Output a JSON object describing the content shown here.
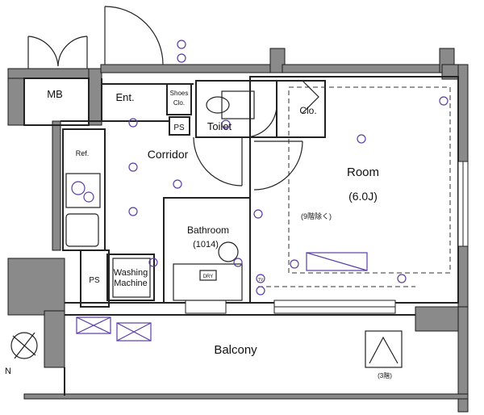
{
  "rooms": {
    "mb": "MB",
    "entrance": "Ent.",
    "shoes_closet_line1": "Shoes",
    "shoes_closet_line2": "Clo.",
    "ps_upper": "PS",
    "toilet": "Toilet",
    "closet": "Clo.",
    "corridor": "Corridor",
    "refrigerator": "Ref.",
    "room": "Room",
    "room_size": "(6.0J)",
    "bathroom": "Bathroom",
    "bathroom_size": "(1014)",
    "washing_machine_line1": "Washing",
    "washing_machine_line2": "Machine",
    "ps_lower": "PS",
    "balcony": "Balcony"
  },
  "notes": {
    "ceiling_note": "(9階除く)",
    "floor_note": "(3階)",
    "dry_label": "DRY",
    "tv_label": "TV",
    "compass_north": "N"
  },
  "colors": {
    "wall": "#8a8a8a",
    "wall_outline": "#1a1a1a",
    "fixture": "#5a3ea6",
    "line": "#222222"
  }
}
